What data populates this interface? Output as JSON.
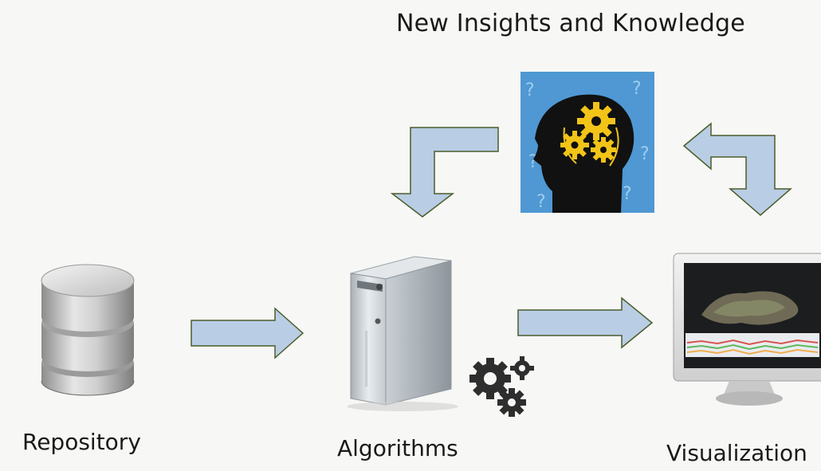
{
  "diagram": {
    "title": "New Insights and Knowledge",
    "nodes": {
      "repository": {
        "label": "Repository",
        "icon": "database-icon"
      },
      "algorithms": {
        "label": "Algorithms",
        "icon": "server-icon"
      },
      "visualization": {
        "label": "Visualization",
        "icon": "monitor-icon"
      },
      "insights": {
        "icon": "brain-gears-icon"
      }
    },
    "colors": {
      "arrow_fill": "#b9cde4",
      "arrow_stroke": "#4a5d2c",
      "gear_yellow": "#f2c418",
      "brain_bg": "#5aa3d6"
    }
  }
}
